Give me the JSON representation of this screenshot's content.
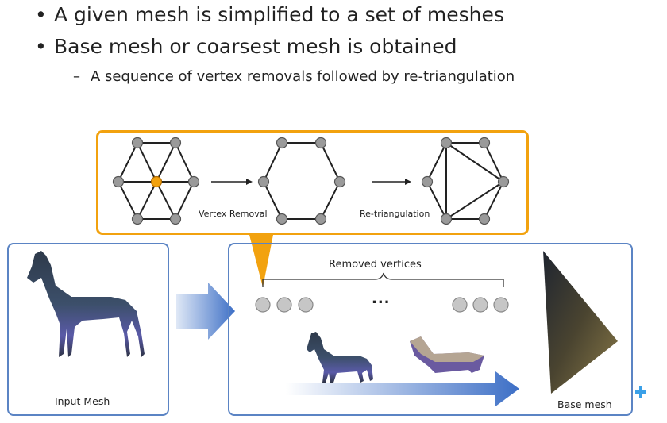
{
  "bullets": [
    "A given mesh is simplified to a set of meshes",
    "Base mesh or coarsest mesh is obtained"
  ],
  "sub_bullet": "A sequence of vertex removals followed by re-triangulation",
  "inset": {
    "step1_label": "Vertex Removal",
    "step2_label": "Re-triangulation"
  },
  "input_panel": {
    "caption": "Input Mesh"
  },
  "process_panel": {
    "removed_label": "Removed vertices",
    "ellipsis": "...",
    "base_caption": "Base mesh"
  },
  "colors": {
    "panel_border": "#5b84c4",
    "inset_border": "#f2a20f",
    "vertex_fill": "#9a9a9a",
    "removed_vertex": "#f2a20f",
    "arrow_blue": "#3d6fc6",
    "plus_sign": "#3aa0e8"
  },
  "icons": [
    "horse-mesh-icon",
    "triangle-base-mesh-icon",
    "plus-icon"
  ]
}
